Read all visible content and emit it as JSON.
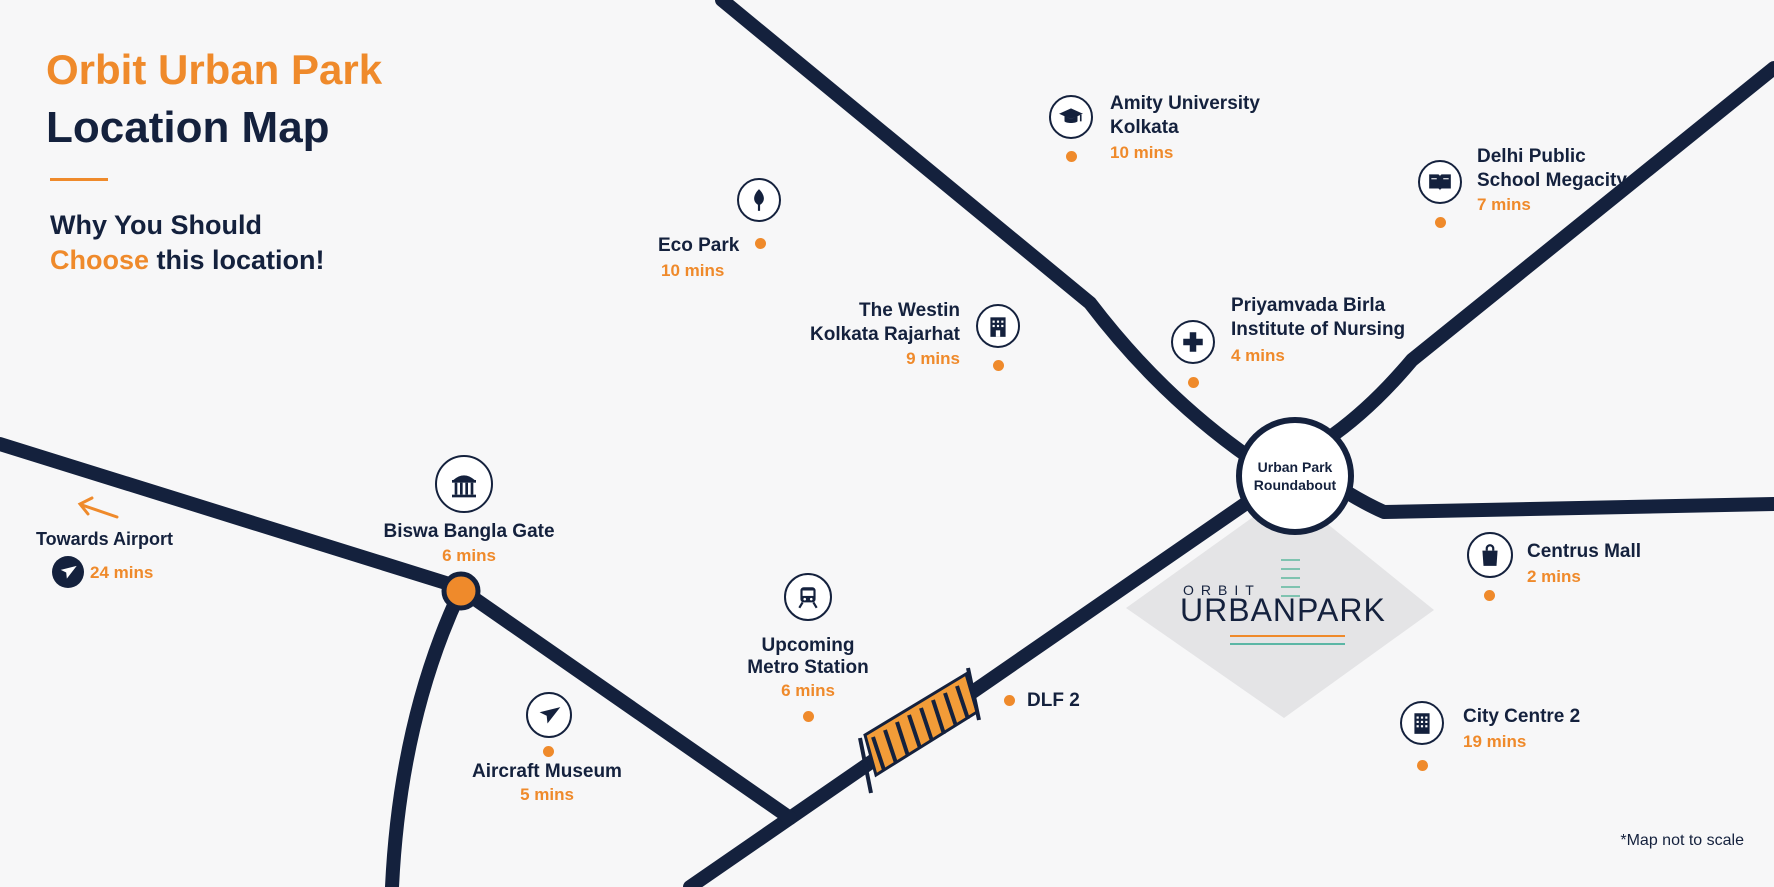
{
  "title": {
    "brand": "Orbit Urban Park",
    "subtitle": "Location Map"
  },
  "tagline": {
    "line1": "Why You Should",
    "accent": "Choose",
    "rest": " this location!"
  },
  "roundabout": {
    "line1": "Urban Park",
    "line2": "Roundabout"
  },
  "logo": {
    "small": "ORBIT",
    "big": "URBANPARK"
  },
  "colors": {
    "road": "#14213d",
    "accent": "#ef8a2b",
    "background": "#f7f7f8",
    "site": "#e4e4e6"
  },
  "landmarks": {
    "amity": {
      "name1": "Amity University",
      "name2": "Kolkata",
      "time": "10 mins",
      "icon": "graduation-cap-icon"
    },
    "dps": {
      "name1": "Delhi Public",
      "name2": "School Megacity",
      "time": "7 mins",
      "icon": "book-icon"
    },
    "ecopark": {
      "name": "Eco Park",
      "time": "10 mins",
      "icon": "tree-icon"
    },
    "westin": {
      "name1": "The Westin",
      "name2": "Kolkata Rajarhat",
      "time": "9 mins",
      "icon": "hotel-building-icon"
    },
    "nursing": {
      "name1": "Priyamvada Birla",
      "name2": "Institute of Nursing",
      "time": "4 mins",
      "icon": "medical-cross-icon"
    },
    "gate": {
      "name": "Biswa Bangla Gate",
      "time": "6 mins",
      "icon": "gate-monument-icon"
    },
    "metro": {
      "name1": "Upcoming",
      "name2": "Metro Station",
      "time": "6 mins",
      "icon": "metro-train-icon"
    },
    "centrus": {
      "name": "Centrus Mall",
      "time": "2 mins",
      "icon": "shopping-bag-icon"
    },
    "museum": {
      "name": "Aircraft Museum",
      "time": "5 mins",
      "icon": "airplane-icon"
    },
    "dlf": {
      "name": "DLF 2"
    },
    "citycentre": {
      "name": "City Centre 2",
      "time": "19 mins",
      "icon": "office-building-icon"
    },
    "airport": {
      "name": "Towards Airport",
      "time": "24 mins",
      "icon": "airplane-icon"
    }
  },
  "note": "*Map not to scale"
}
